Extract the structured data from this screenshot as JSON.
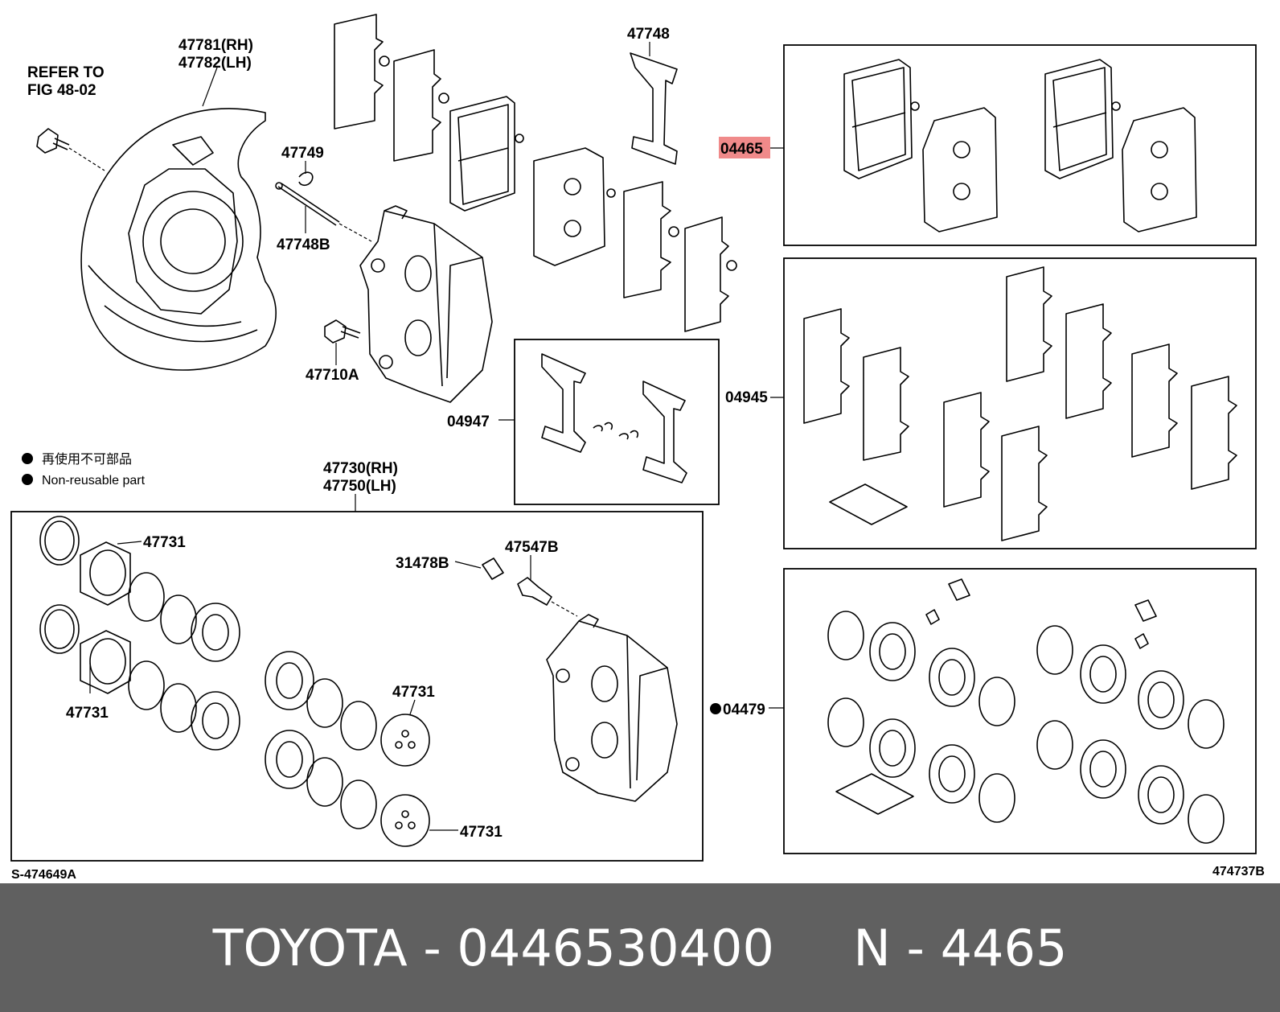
{
  "labels": {
    "refer_line1": "REFER TO",
    "refer_line2": "FIG 48-02",
    "shield_rh": "47781(RH)",
    "shield_lh": "47782(LH)",
    "clip_47749": "47749",
    "pin_47748b": "47748B",
    "bolt_47710a": "47710A",
    "spring_47748": "47748",
    "pad_kit_04465": "04465",
    "shim_kit_04945": "04945",
    "spring_kit_04947": "04947",
    "repair_kit_04479": "04479",
    "caliper_rh": "47730(RH)",
    "caliper_lh": "47750(LH)",
    "piston_a": "47731",
    "piston_b": "47731",
    "piston_c": "47731",
    "piston_d": "47731",
    "cap_31478b": "31478B",
    "bleeder_47547b": "47547B",
    "ref_left": "S-474649A",
    "ref_right": "474737B"
  },
  "legend": {
    "line1": "再使用不可部品",
    "line2": "Non-reusable part"
  },
  "highlight_color": "#f08a8a",
  "footer": {
    "text": "TOYOTA - 0446530400     N - 4465"
  }
}
